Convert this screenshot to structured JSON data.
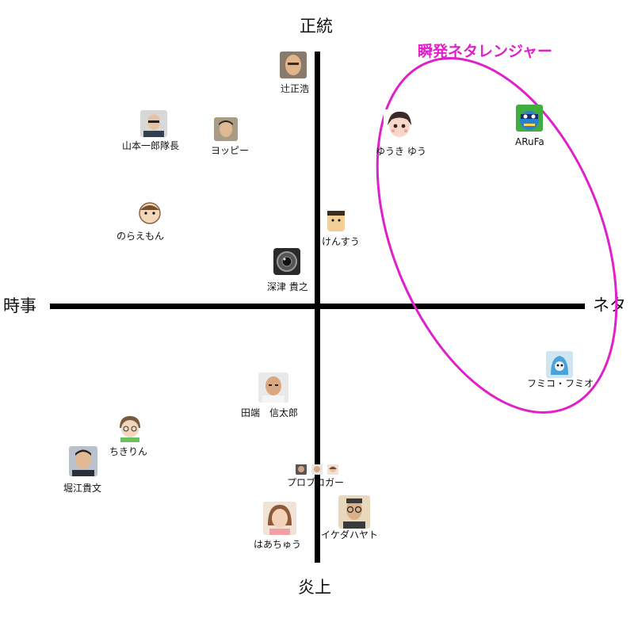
{
  "axes": {
    "top": "正統",
    "bottom": "炎上",
    "left": "時事",
    "right": "ネタ"
  },
  "highlight": {
    "label": "瞬発ネタレンジャー",
    "color": "#e020c8"
  },
  "people": [
    {
      "name": "辻正浩",
      "icon": "bald-man-photo-icon"
    },
    {
      "name": "山本一郎隊長",
      "icon": "man-with-glasses-photo-icon"
    },
    {
      "name": "ヨッピー",
      "icon": "man-photo-icon"
    },
    {
      "name": "のらえもん",
      "icon": "cartoon-face-icon"
    },
    {
      "name": "けんすう",
      "icon": "cartoon-boy-icon"
    },
    {
      "name": "深津 貴之",
      "icon": "camera-lens-icon"
    },
    {
      "name": "ゆうき ゆう",
      "icon": "anime-girl-icon"
    },
    {
      "name": "ARuFa",
      "icon": "green-character-icon"
    },
    {
      "name": "フミコ・フミオ",
      "icon": "mascot-icon"
    },
    {
      "name": "田端　信太郎",
      "icon": "bald-man-photo-icon"
    },
    {
      "name": "ちきりん",
      "icon": "cartoon-woman-icon"
    },
    {
      "name": "堀江貴文",
      "icon": "man-photo-icon"
    },
    {
      "name": "プロブロガー",
      "icon": "group-photos-icon"
    },
    {
      "name": "はあちゅう",
      "icon": "woman-photo-icon"
    },
    {
      "name": "イケダハヤト",
      "icon": "man-with-glasses-photo-icon"
    }
  ]
}
